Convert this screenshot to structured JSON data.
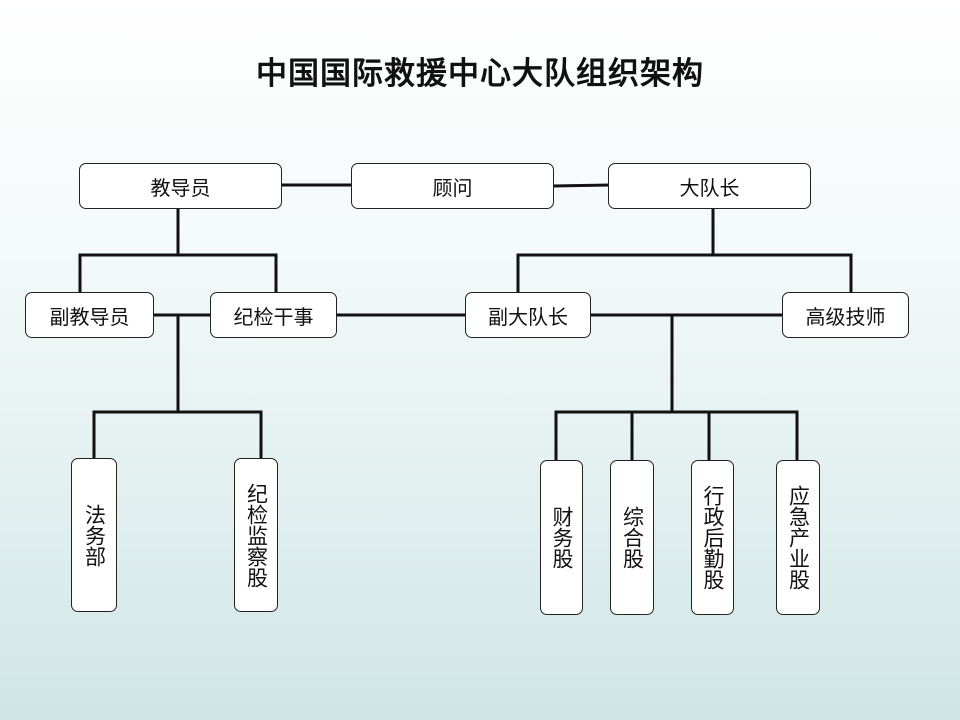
{
  "title": "中国国际救援中心大队组织架构",
  "org": {
    "instructor": "教导员",
    "advisor": "顾问",
    "captain": "大队长",
    "deputy_instructor": "副教导员",
    "discipline_officer": "纪检干事",
    "deputy_captain": "副大队长",
    "senior_technician": "高级技师",
    "legal_dept": "法务部",
    "discipline_section": "纪检监察股",
    "finance_section": "财务股",
    "general_section": "综合股",
    "admin_logistics_section": "行政后勤股",
    "emergency_industry_section": "应急产业股"
  }
}
